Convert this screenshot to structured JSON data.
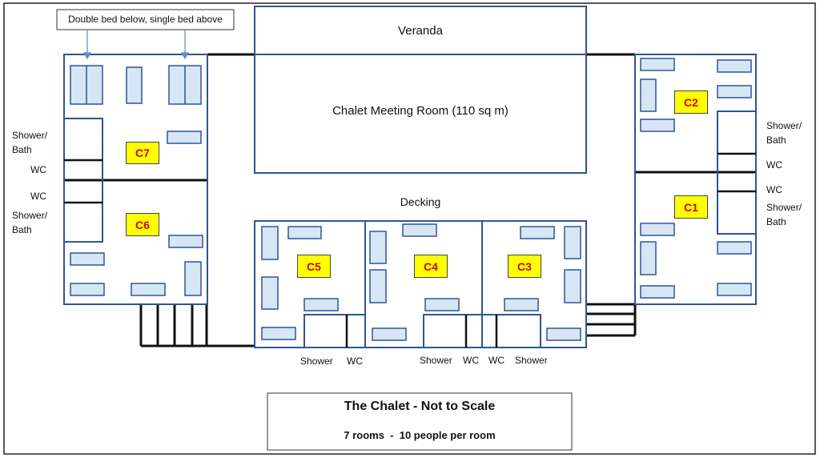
{
  "callout": "Double bed below, single bed above",
  "spaces": {
    "veranda": "Veranda",
    "meeting_room": "Chalet Meeting Room (110 sq m)",
    "decking": "Decking"
  },
  "rooms": {
    "c1": "C1",
    "c2": "C2",
    "c3": "C3",
    "c4": "C4",
    "c5": "C5",
    "c6": "C6",
    "c7": "C7"
  },
  "facilities": {
    "left_shower_top": "Shower/\nBath",
    "left_wc_top": "WC",
    "left_wc_bottom": "WC",
    "left_shower_bottom": "Shower/\nBath",
    "right_shower_top": "Shower/\nBath",
    "right_wc_top": "WC",
    "right_wc_bottom": "WC",
    "right_shower_bottom": "Shower/\nBath",
    "c5_shower": "Shower",
    "c5_wc": "WC",
    "c4_shower": "Shower",
    "c4_wc": "WC",
    "c3_wc": "WC",
    "c3_shower": "Shower"
  },
  "title_box": {
    "title": "The Chalet - Not to Scale",
    "subtitle": "7 rooms  -  10 people per room"
  },
  "colors": {
    "wall": "#2e5597",
    "bed_fill": "#d6e6f4",
    "bed_stroke": "#2e5597",
    "room_label_bg": "#ffff00",
    "room_label_text": "#d40000"
  }
}
